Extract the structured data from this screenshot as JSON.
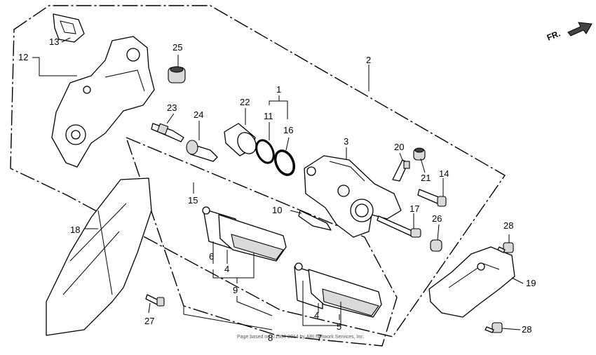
{
  "direction_indicator": "FR.",
  "callouts": {
    "p1": "1",
    "p2": "2",
    "p3": "3",
    "p4a": "4",
    "p4b": "4",
    "p5": "5",
    "p6": "6",
    "p7": "7",
    "p8": "8",
    "p9": "9",
    "p10": "10",
    "p11": "11",
    "p12": "12",
    "p13": "13",
    "p14": "14",
    "p15": "15",
    "p16": "16",
    "p17": "17",
    "p18": "18",
    "p19": "19",
    "p20": "20",
    "p21": "21",
    "p22": "22",
    "p23": "23",
    "p24": "24",
    "p25": "25",
    "p26": "26",
    "p27": "27",
    "p28a": "28",
    "p28b": "28"
  },
  "copyright": "Page based on ©1984-2014 by ARI Network Services, Inc."
}
